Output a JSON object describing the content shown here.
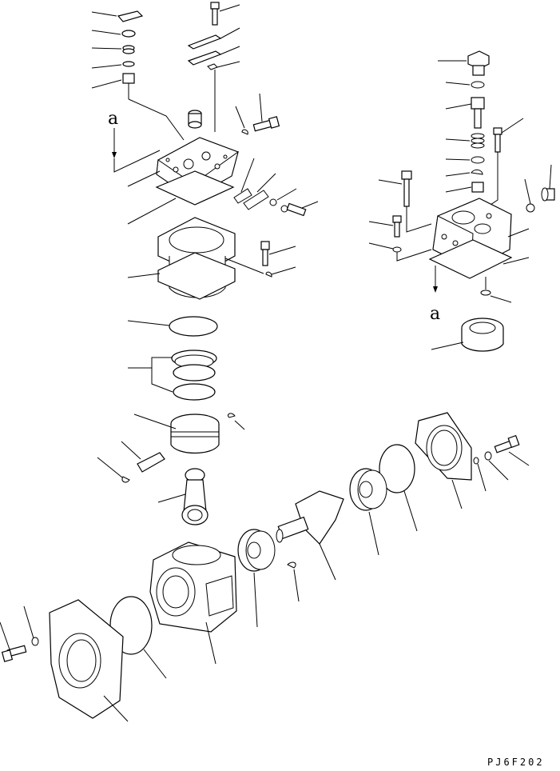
{
  "diagram": {
    "view_label_top": "a",
    "view_label_right": "a",
    "drawing_code": "PJ6F202"
  }
}
